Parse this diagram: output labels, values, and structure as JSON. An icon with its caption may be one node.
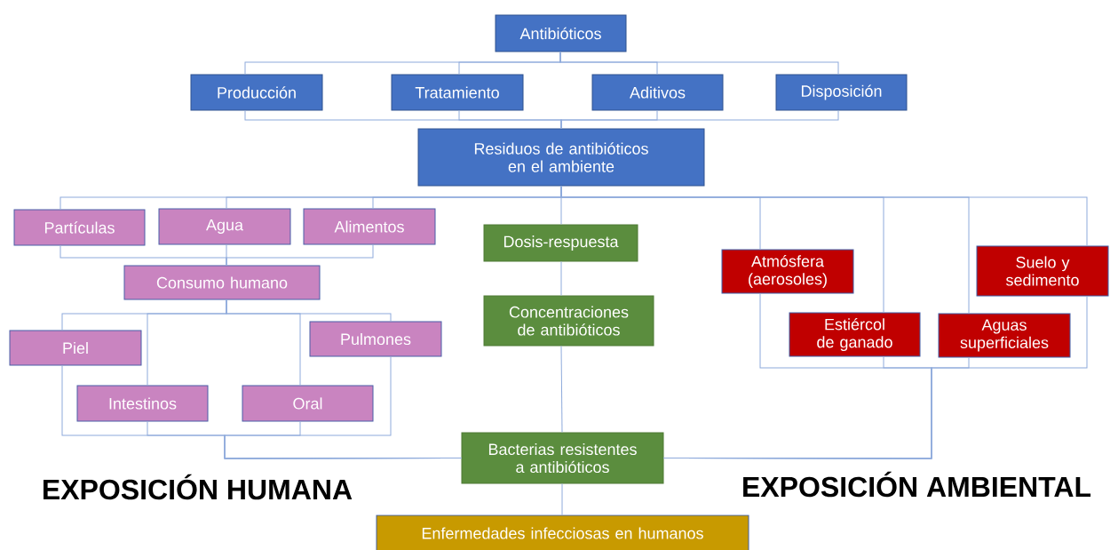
{
  "diagram": {
    "nodes": [
      {
        "text": [
          "Antibióticos"
        ]
      },
      {
        "text": [
          "Producción"
        ]
      },
      {
        "text": [
          "Tratamiento"
        ]
      },
      {
        "text": [
          "Aditivos"
        ]
      },
      {
        "text": [
          "Disposición"
        ]
      },
      {
        "text": [
          "Residuos de antibióticos en el ambiente"
        ]
      },
      {
        "text": [
          "Partículas"
        ]
      },
      {
        "text": [
          "Agua"
        ]
      },
      {
        "text": [
          "Alimentos"
        ]
      },
      {
        "text": [
          "Consumo humano"
        ]
      },
      {
        "text": [
          "Piel"
        ]
      },
      {
        "text": [
          "Pulmones"
        ]
      },
      {
        "text": [
          "Intestinos"
        ]
      },
      {
        "text": [
          "Oral"
        ]
      },
      {
        "text": [
          "Dosis-respuesta"
        ]
      },
      {
        "text": [
          "Concentraciones de antibióticos"
        ]
      },
      {
        "text": [
          "Atmósfera (aerosoles)"
        ]
      },
      {
        "text": [
          "Suelo y sedimento"
        ]
      },
      {
        "text": [
          "Estiércol de ganado"
        ]
      },
      {
        "text": [
          "Aguas superficiales"
        ]
      },
      {
        "text": [
          "Bacterias resistentes a antibióticos"
        ]
      },
      {
        "text": [
          "Enfermedades infecciosas en humanos"
        ]
      }
    ],
    "edges": [
      {
        "from": 0,
        "to": 1,
        "arrow": "none"
      },
      {
        "from": 0,
        "to": 2,
        "arrow": "none"
      },
      {
        "from": 0,
        "to": 3,
        "arrow": "none"
      },
      {
        "from": 0,
        "to": 4,
        "arrow": "none"
      },
      {
        "from": 1,
        "to": 5,
        "arrow": "none"
      },
      {
        "from": 2,
        "to": 5,
        "arrow": "none"
      },
      {
        "from": 3,
        "to": 5,
        "arrow": "none"
      },
      {
        "from": 4,
        "to": 5,
        "arrow": "none"
      },
      {
        "from": 5,
        "to": 6,
        "arrow": "none"
      },
      {
        "from": 5,
        "to": 7,
        "arrow": "none"
      },
      {
        "from": 5,
        "to": 8,
        "arrow": "none"
      },
      {
        "from": 5,
        "to": 14,
        "arrow": "none"
      },
      {
        "from": 5,
        "to": 16,
        "arrow": "none"
      },
      {
        "from": 5,
        "to": 18,
        "arrow": "none"
      },
      {
        "from": 5,
        "to": 19,
        "arrow": "none"
      },
      {
        "from": 5,
        "to": 17,
        "arrow": "none"
      },
      {
        "from": 6,
        "to": 9,
        "arrow": "none"
      },
      {
        "from": 7,
        "to": 9,
        "arrow": "none"
      },
      {
        "from": 8,
        "to": 9,
        "arrow": "none"
      },
      {
        "from": 9,
        "to": 10,
        "arrow": "none"
      },
      {
        "from": 9,
        "to": 12,
        "arrow": "none"
      },
      {
        "from": 9,
        "to": 13,
        "arrow": "none"
      },
      {
        "from": 9,
        "to": 11,
        "arrow": "none"
      },
      {
        "from": 10,
        "to": 20,
        "arrow": "none"
      },
      {
        "from": 12,
        "to": 20,
        "arrow": "none"
      },
      {
        "from": 13,
        "to": 20,
        "arrow": "none"
      },
      {
        "from": 11,
        "to": 20,
        "arrow": "none"
      },
      {
        "from": 14,
        "to": 15,
        "arrow": "none"
      },
      {
        "from": 15,
        "to": 20,
        "arrow": "none"
      },
      {
        "from": 16,
        "to": 20,
        "arrow": "none"
      },
      {
        "from": 18,
        "to": 20,
        "arrow": "none"
      },
      {
        "from": 19,
        "to": 20,
        "arrow": "none"
      },
      {
        "from": 17,
        "to": 20,
        "arrow": "none"
      },
      {
        "from": 20,
        "to": 21,
        "arrow": "none"
      }
    ],
    "labels": [
      "EXPOSICIÓN HUMANA",
      "EXPOSICIÓN AMBIENTAL"
    ]
  }
}
